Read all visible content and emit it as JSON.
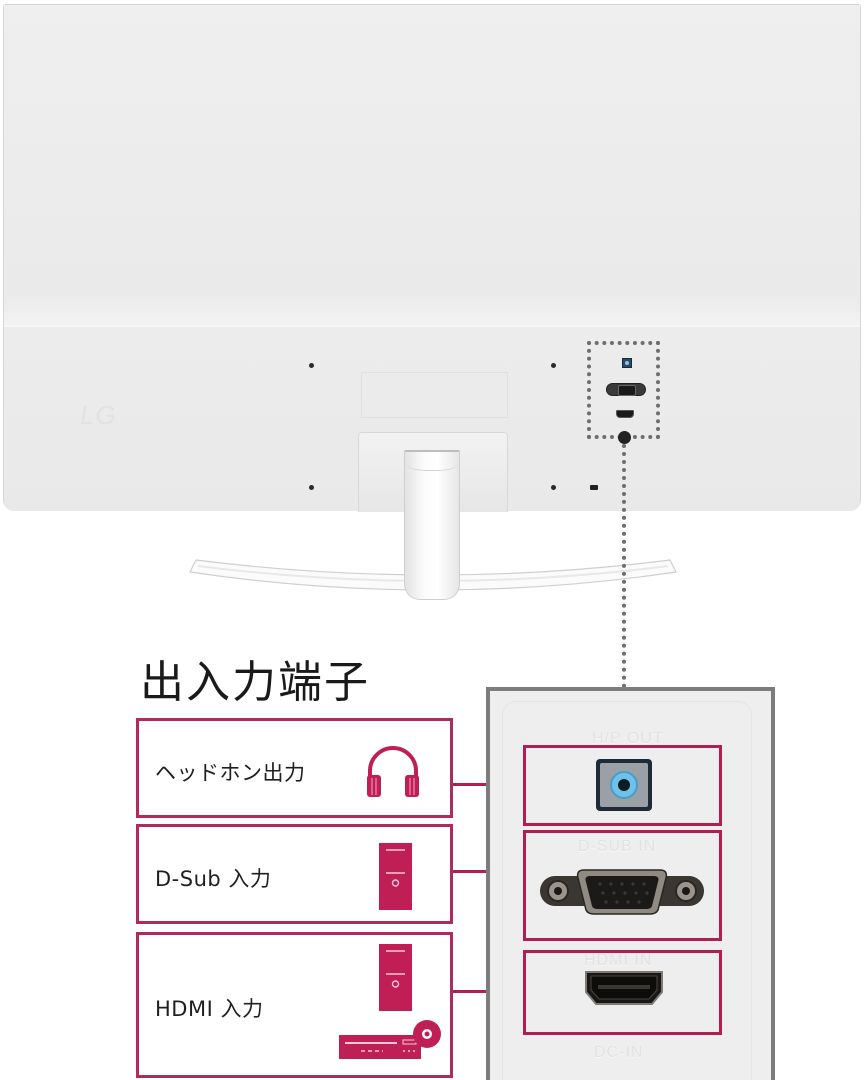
{
  "monitor": {
    "brand_logo": "LG",
    "port_area_callout": "dotted"
  },
  "section": {
    "title": "出入力端子"
  },
  "legend": [
    {
      "label": "ヘッドホン出力",
      "icon": "headphones-icon"
    },
    {
      "label": "D-Sub 入力",
      "icon": "pc-tower-icon"
    },
    {
      "label": "HDMI 入力",
      "icons": [
        "pc-tower-icon",
        "blu-ray-player-icon"
      ]
    }
  ],
  "port_panel": {
    "embossed_labels": {
      "headphone": "H/P OUT",
      "dsub": "D-SUB IN",
      "hdmi": "HDMI IN",
      "dc": "DC-IN"
    }
  },
  "colors": {
    "accent": "#b01e52",
    "panel_border": "#7c7c7c",
    "monitor_body": "#ebebeb",
    "audio_ring": "#6ec2ea"
  }
}
